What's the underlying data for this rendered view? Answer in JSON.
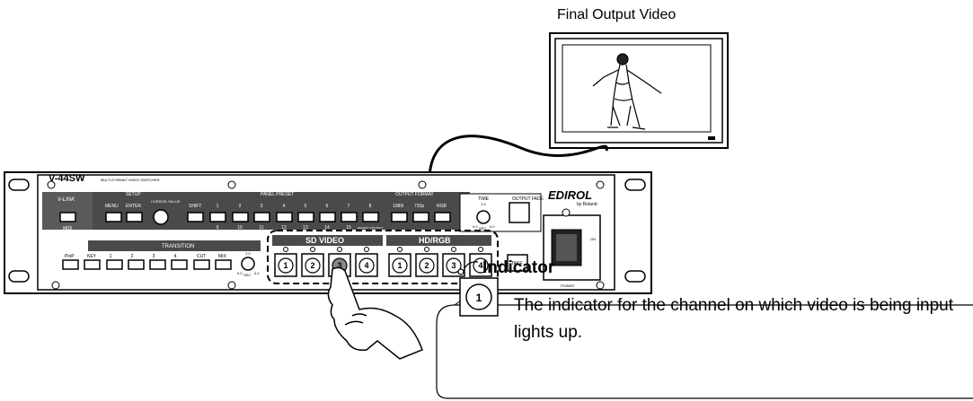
{
  "output_label": "Final Output Video",
  "device": {
    "model": "V-44SW",
    "subtitle": "MULTI-FORMAT VIDEO SWITCHER",
    "brand": "EDIROL",
    "brand_sub": "by Roland",
    "vlink_label": "V-LINK",
    "midi_label": "MIDI",
    "setup": {
      "title": "SETUP",
      "menu": "MENU",
      "enter": "ENTER",
      "cursor": "CURSOR /VALUE"
    },
    "panel_preset": {
      "title": "PANEL PRESET",
      "shift": "SHIFT",
      "numbers": [
        "1",
        "2",
        "3",
        "4",
        "5",
        "6",
        "7",
        "8"
      ],
      "sub_numbers": [
        "9",
        "10",
        "11",
        "12",
        "13",
        "14",
        "15",
        "16"
      ],
      "memory_protect": "MEMORY PROTECT"
    },
    "output_format": {
      "title": "OUTPUT FORMAT",
      "options": [
        "1080i",
        "720p",
        "RGB"
      ]
    },
    "time": {
      "title": "TIME",
      "sub": "2.0",
      "min": "0.0",
      "unit": "SEC",
      "max": "4.0"
    },
    "output_fade": "OUTPUT FADE",
    "transition": {
      "title": "TRANSITION",
      "pinp": "PinP",
      "key": "KEY",
      "patterns": [
        "1",
        "2",
        "3",
        "4"
      ],
      "cut": "CUT",
      "mix": "MIX",
      "sub": "2.0",
      "min": "0.0",
      "unit": "SEC",
      "max": "4.0"
    },
    "sd_video": {
      "title": "SD VIDEO",
      "channels": [
        "1",
        "2",
        "3",
        "4"
      ]
    },
    "hd_rgb": {
      "title": "HD/RGB",
      "channels": [
        "1",
        "2",
        "3",
        "4"
      ]
    },
    "take": "TAKE",
    "on_label": "ON",
    "power_label": "POWER"
  },
  "callout": {
    "title": "Indicator",
    "button_label": "1",
    "text": "The indicator for the channel on which video is being input lights up."
  }
}
